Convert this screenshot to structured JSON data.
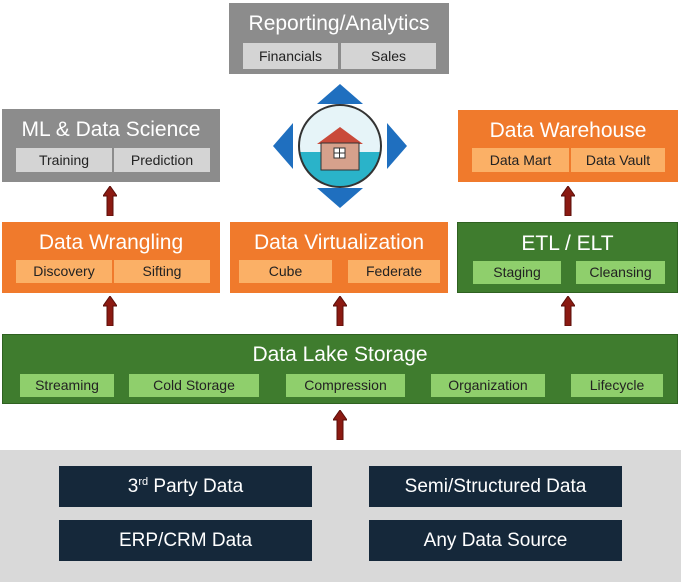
{
  "reporting": {
    "title": "Reporting/Analytics",
    "items": [
      "Financials",
      "Sales"
    ]
  },
  "ml": {
    "title": "ML & Data Science",
    "items": [
      "Training",
      "Prediction"
    ]
  },
  "warehouse": {
    "title": "Data Warehouse",
    "items": [
      "Data Mart",
      "Data Vault"
    ]
  },
  "wrangling": {
    "title": "Data Wrangling",
    "items": [
      "Discovery",
      "Sifting"
    ]
  },
  "virtualization": {
    "title": "Data Virtualization",
    "items": [
      "Cube",
      "Federate"
    ]
  },
  "etl": {
    "title": "ETL / ELT",
    "items": [
      "Staging",
      "Cleansing"
    ]
  },
  "lake": {
    "title": "Data Lake Storage",
    "items": [
      "Streaming",
      "Cold Storage",
      "Compression",
      "Organization",
      "Lifecycle"
    ]
  },
  "sources": {
    "third_party_prefix": "3",
    "third_party_sup": "rd",
    "third_party_rest": " Party Data",
    "semi_structured": "Semi/Structured Data",
    "erp_crm": "ERP/CRM Data",
    "any_source": "Any Data Source"
  },
  "colors": {
    "gray": "#8c8c8c",
    "orange": "#f07a2c",
    "green": "#3f7c2e",
    "navy": "#15283a",
    "arrow": "#8b1a12",
    "compass": "#1f6fbf"
  },
  "icons": [
    "up-arrow-icon",
    "lake-house-compass-icon"
  ]
}
